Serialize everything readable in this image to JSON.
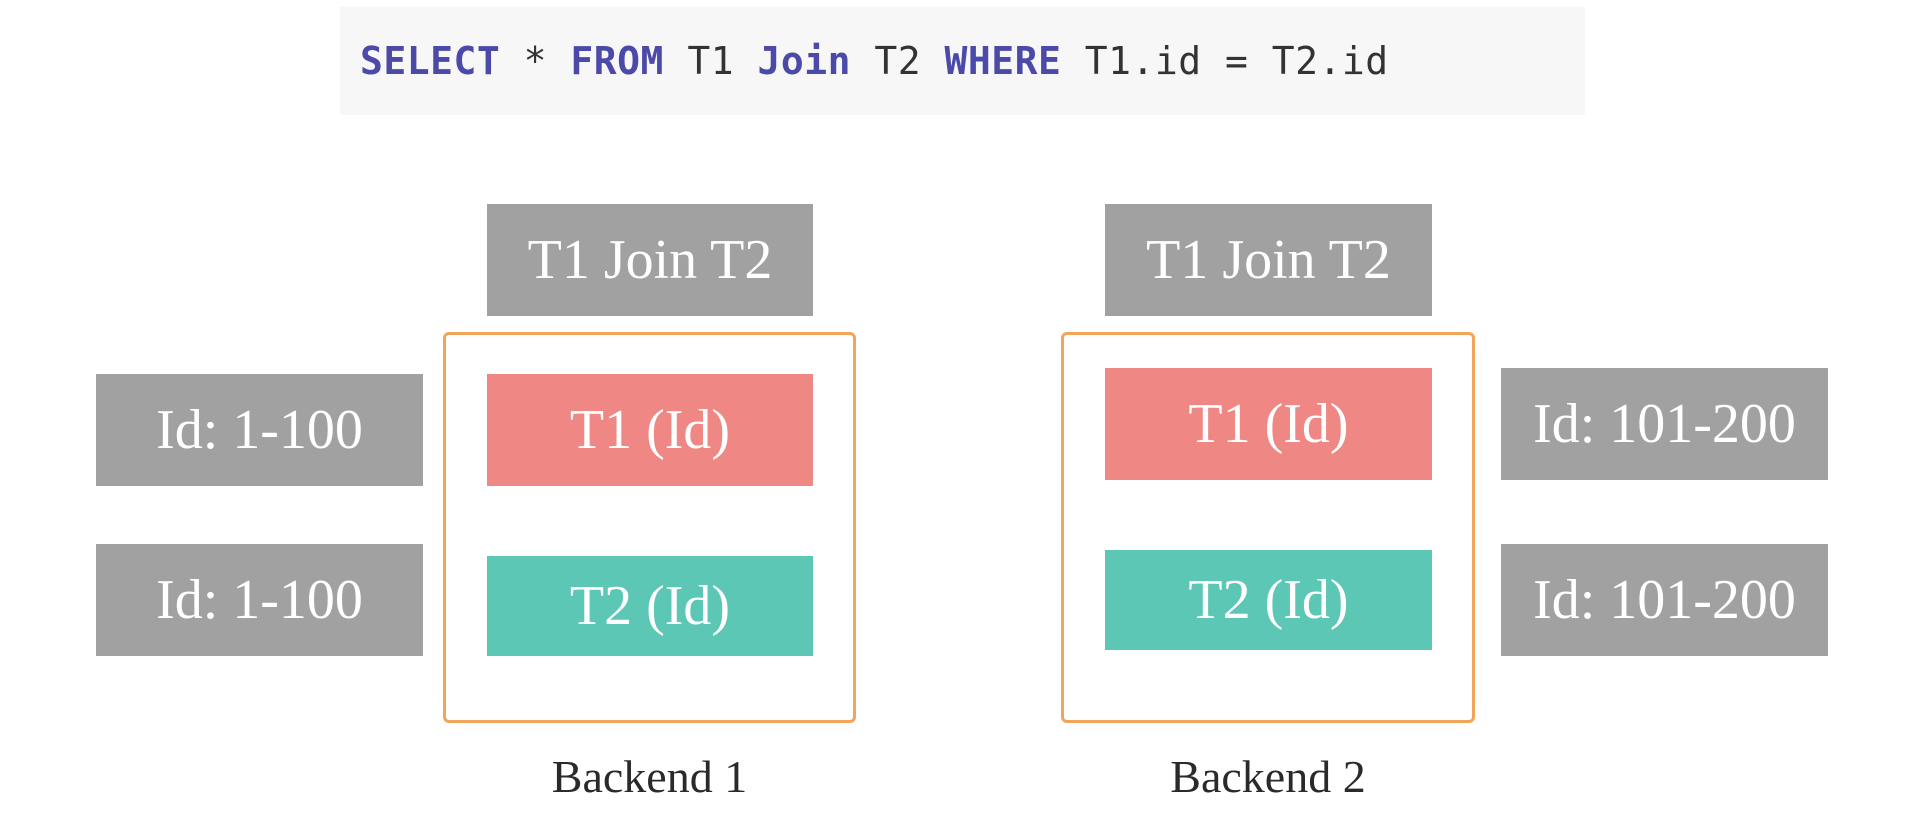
{
  "query": {
    "select_kw": "SELECT",
    "star": " * ",
    "from_kw": "FROM",
    "t1": " T1 ",
    "join_kw": "Join",
    "t2": " T2 ",
    "where_kw": "WHERE",
    "condition": " T1.id = T2.id"
  },
  "backend1": {
    "join_label": "T1 Join T2",
    "t1_label": "T1 (Id)",
    "t2_label": "T2 (Id)",
    "t1_range": "Id: 1-100",
    "t2_range": "Id: 1-100",
    "caption": "Backend 1"
  },
  "backend2": {
    "join_label": "T1 Join T2",
    "t1_label": "T1 (Id)",
    "t2_label": "T2 (Id)",
    "t1_range": "Id: 101-200",
    "t2_range": "Id: 101-200",
    "caption": "Backend 2"
  },
  "colors": {
    "keyword": "#4c4aa8",
    "grey_box": "#a1a1a1",
    "t1_box": "#ef8884",
    "t2_box": "#5bc7b4",
    "frame": "#f2a55a"
  }
}
